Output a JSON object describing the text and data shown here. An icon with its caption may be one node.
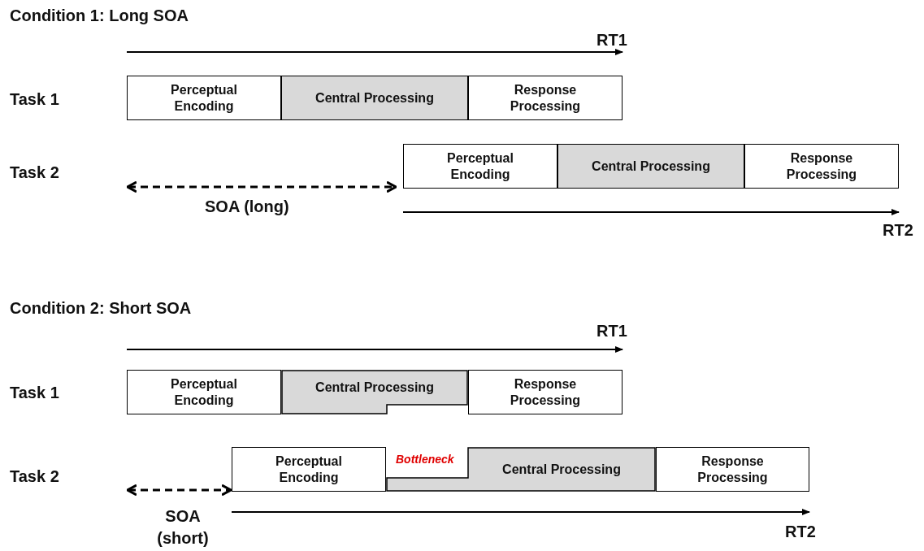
{
  "diagram": {
    "nodes": [
      {
        "text": [
          "Perceptual Encoding"
        ]
      },
      {
        "text": [
          "Central Processing"
        ]
      },
      {
        "text": [
          "Response Processing"
        ]
      },
      {
        "text": [
          "Perceptual Encoding"
        ]
      },
      {
        "text": [
          "Central Processing"
        ]
      },
      {
        "text": [
          "Response Processing"
        ]
      },
      {
        "text": [
          "Perceptual Encoding"
        ]
      },
      {
        "text": [
          "Central Processing"
        ]
      },
      {
        "text": [
          "Response Processing"
        ]
      },
      {
        "text": [
          "Perceptual Encoding"
        ]
      },
      {
        "text": [
          "Central Processing"
        ]
      },
      {
        "text": [
          "Response Processing"
        ]
      }
    ],
    "labels": [
      "Condition 1: Long SOA",
      "RT1",
      "Task 1",
      "Task 2",
      "SOA (long)",
      "RT2",
      "Condition 2: Short SOA",
      "RT1",
      "Task 1",
      "Bottleneck",
      "Task 2",
      "SOA (short)",
      "RT2"
    ]
  }
}
